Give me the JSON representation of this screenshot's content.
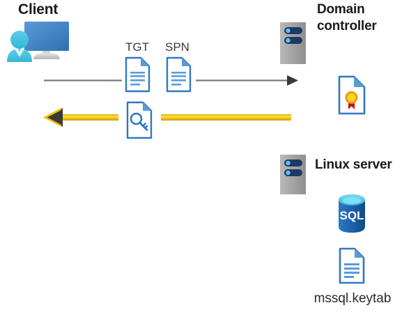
{
  "diagram": {
    "type": "kerberos-authentication-flow",
    "background_color": "#ffffff",
    "actors": [
      {
        "id": "client",
        "title": "Client",
        "icon": "user-with-monitor-icon",
        "lifeline_color": "#bedcfb"
      },
      {
        "id": "domain-controller",
        "title": "Domain controller",
        "icon": "server-tower-icon",
        "panel_color": "#d6d6d6",
        "contents": [
          {
            "icon": "certificate-document-icon",
            "label": ""
          }
        ]
      },
      {
        "id": "linux-server",
        "title": "Linux server",
        "icon": "server-tower-icon",
        "panel_color": "#d6d6d6",
        "contents": [
          {
            "icon": "sql-database-icon",
            "label": "SQL"
          },
          {
            "icon": "document-icon",
            "label": "mssql.keytab"
          }
        ]
      }
    ],
    "flows": [
      {
        "id": "request-flow",
        "direction": "right",
        "line_color": "#7a7a7a",
        "arrowhead_color": "#3a3a3a",
        "artifacts": [
          {
            "label": "TGT",
            "icon": "document-icon"
          },
          {
            "label": "SPN",
            "icon": "document-icon"
          }
        ]
      },
      {
        "id": "ticket-flow",
        "direction": "left",
        "line_color": "#f2c200",
        "arrowhead_color": "#3a3a3a",
        "highlight_color": "#fcf2cc",
        "artifacts": [
          {
            "label": "",
            "icon": "key-document-icon"
          }
        ]
      }
    ],
    "colors": {
      "accent_blue": "#2f78c4",
      "light_blue": "#bedcfb",
      "panel_gray": "#d6d6d6",
      "server_gray": "#a8a8a8",
      "server_dark": "#1f3864",
      "yellow": "#f2c200",
      "highlight_yellow": "#fcf2cc",
      "sql_blue": "#1b5fa8",
      "cert_gold": "#f5c518",
      "cert_red": "#c1121f",
      "text_dark": "#1a1a1a"
    }
  }
}
